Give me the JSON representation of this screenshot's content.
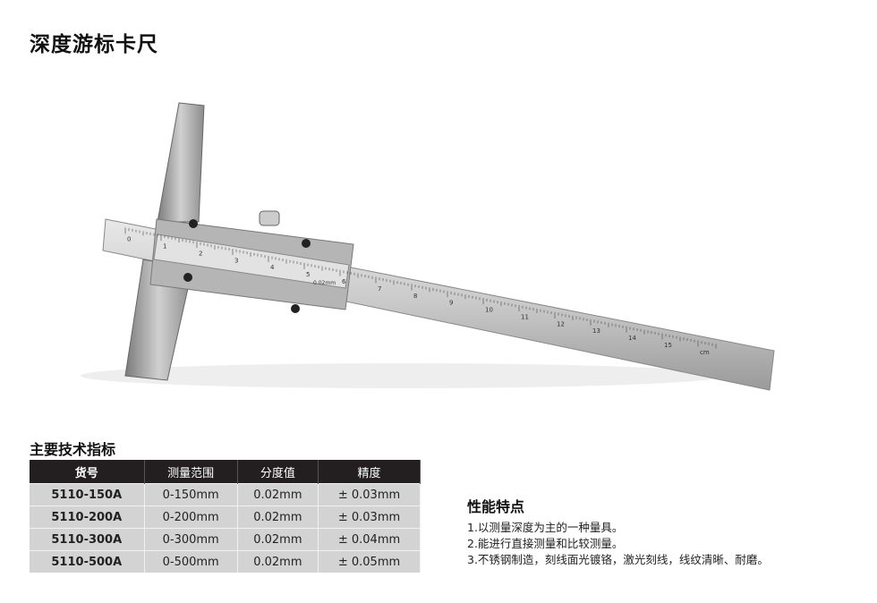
{
  "title": "深度游标卡尺",
  "scale_labels": [
    "0",
    "1",
    "2",
    "3",
    "4",
    "5",
    "6",
    "7",
    "8",
    "9",
    "10",
    "11",
    "12",
    "13",
    "14",
    "15",
    "cm"
  ],
  "vernier_note": "0.02mm",
  "specs": {
    "heading": "主要技术指标",
    "columns": [
      "货号",
      "测量范围",
      "分度值",
      "精度"
    ],
    "rows": [
      [
        "5110-150A",
        "0-150mm",
        "0.02mm",
        "± 0.03mm"
      ],
      [
        "5110-200A",
        "0-200mm",
        "0.02mm",
        "± 0.03mm"
      ],
      [
        "5110-300A",
        "0-300mm",
        "0.02mm",
        "± 0.04mm"
      ],
      [
        "5110-500A",
        "0-500mm",
        "0.02mm",
        "± 0.05mm"
      ]
    ]
  },
  "features": {
    "heading": "性能特点",
    "items": [
      "1.以测量深度为主的一种量具。",
      "2.能进行直接测量和比较测量。",
      "3.不锈钢制造，刻线面光镀铬，激光刻线，线纹清晰、耐磨。"
    ]
  }
}
